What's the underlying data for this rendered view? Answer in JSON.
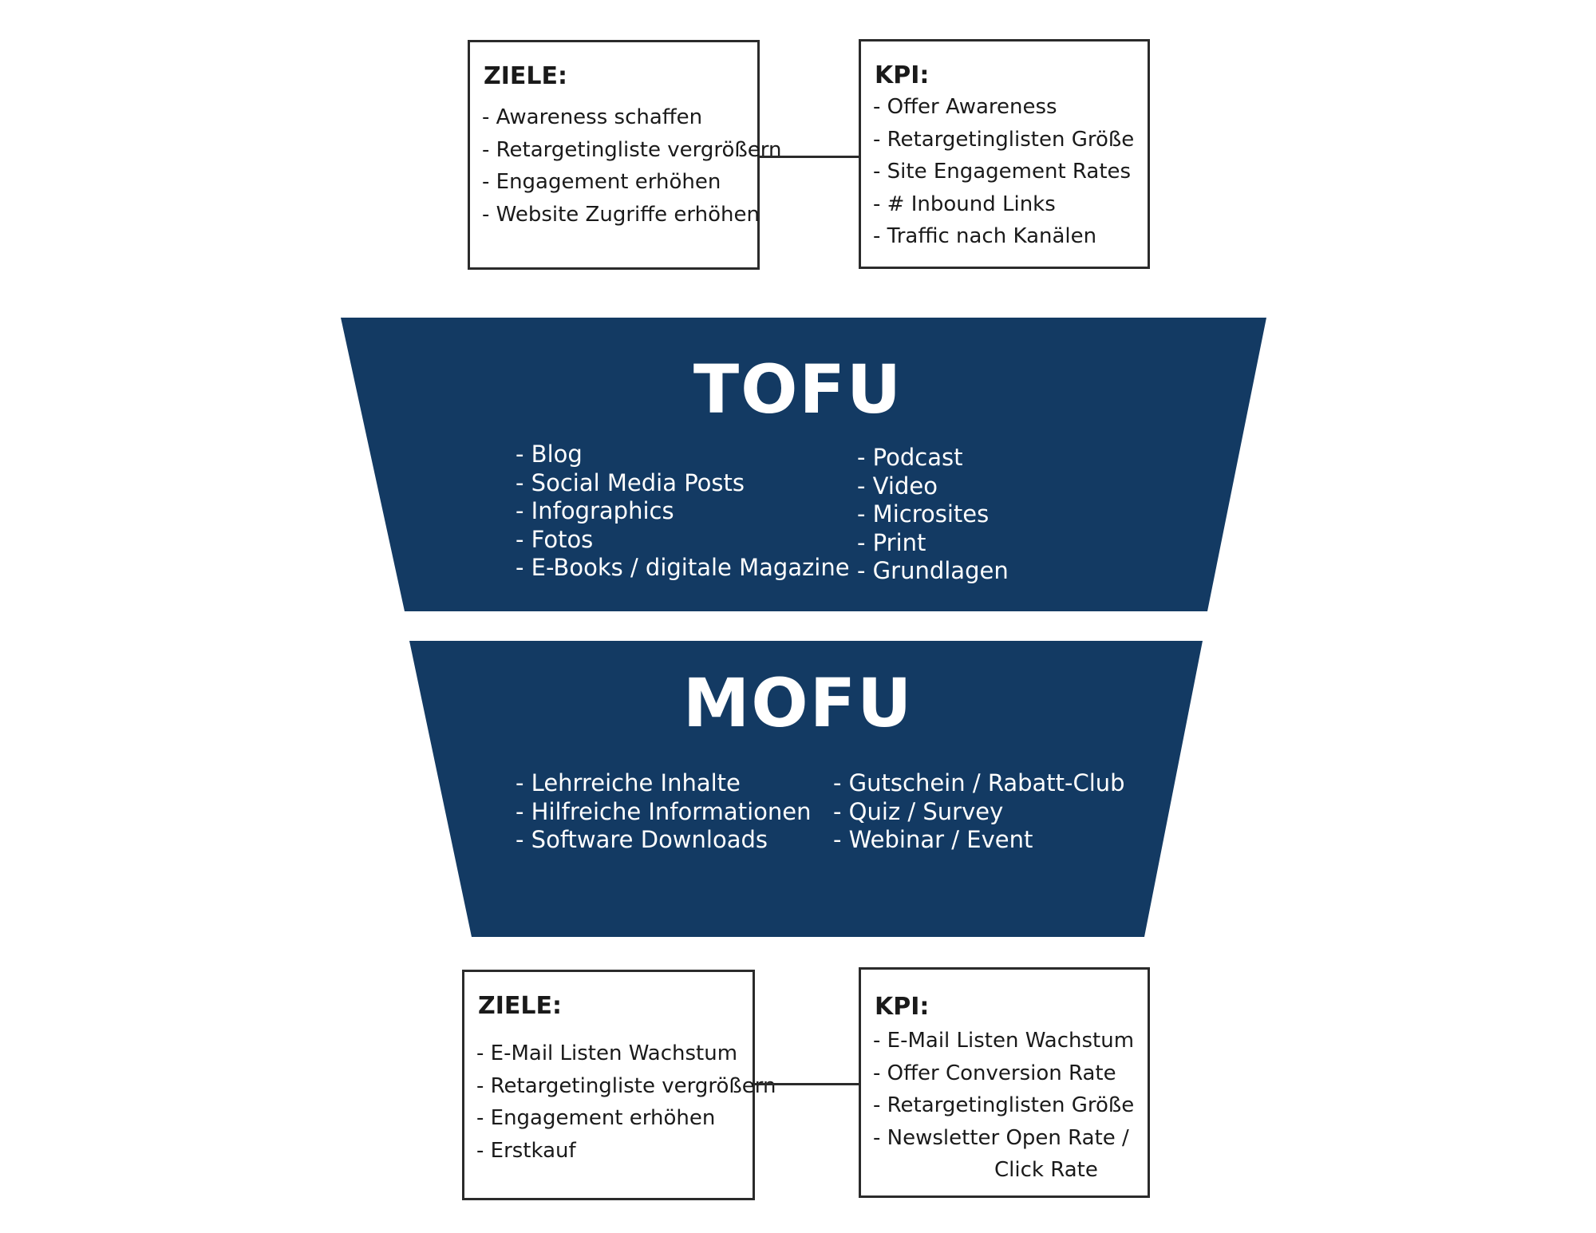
{
  "colors": {
    "funnel_fill": "#133a63",
    "funnel_text": "#ffffff",
    "box_border": "#2b2b2b"
  },
  "top": {
    "goals": {
      "title": "ZIELE:",
      "items": [
        "- Awareness schaffen",
        "- Retargetingliste vergrößern",
        "- Engagement erhöhen",
        "- Website Zugriffe erhöhen"
      ]
    },
    "kpi": {
      "title": "KPI:",
      "items": [
        "- Offer Awareness",
        "- Retargetinglisten Größe",
        "- Site Engagement Rates",
        "- # Inbound Links",
        "- Traffic nach Kanälen"
      ]
    }
  },
  "tofu": {
    "title": "TOFU",
    "col1": [
      "- Blog",
      "- Social Media Posts",
      "- Infographics",
      "- Fotos",
      "- E-Books / digitale Magazine"
    ],
    "col2": [
      "- Podcast",
      "- Video",
      "- Microsites",
      "- Print",
      "- Grundlagen"
    ]
  },
  "mofu": {
    "title": "MOFU",
    "col1": [
      "- Lehrreiche Inhalte",
      "- Hilfreiche Informationen",
      "- Software Downloads"
    ],
    "col2": [
      "- Gutschein / Rabatt-Club",
      "- Quiz / Survey",
      "- Webinar / Event"
    ]
  },
  "bottom": {
    "goals": {
      "title": "ZIELE:",
      "items": [
        "- E-Mail Listen Wachstum",
        "- Retargetingliste vergrößern",
        "- Engagement erhöhen",
        "- Erstkauf"
      ]
    },
    "kpi": {
      "title": "KPI:",
      "items": [
        "- E-Mail Listen Wachstum",
        "- Offer Conversion Rate",
        "- Retargetinglisten Größe",
        "- Newsletter Open Rate /",
        "Click Rate"
      ]
    }
  }
}
